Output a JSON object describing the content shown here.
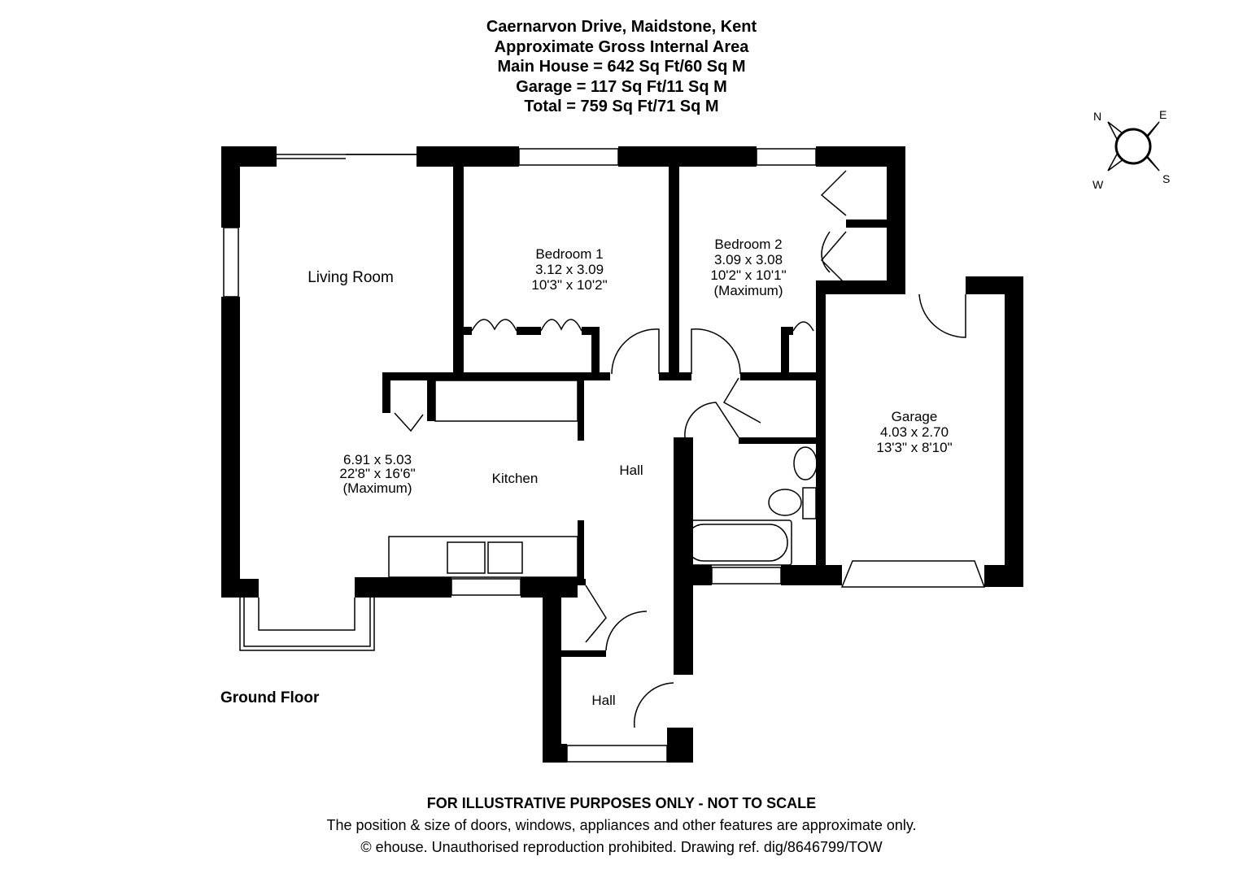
{
  "header": {
    "address": "Caernarvon Drive, Maidstone, Kent",
    "area_title": "Approximate Gross Internal Area",
    "main_house": "Main House = 642 Sq Ft/60 Sq M",
    "garage": "Garage = 117 Sq Ft/11 Sq M",
    "total": "Total = 759 Sq Ft/71 Sq M"
  },
  "compass": {
    "n": "N",
    "e": "E",
    "s": "S",
    "w": "W"
  },
  "floor_label": "Ground Floor",
  "rooms": {
    "living": {
      "name": "Living Room",
      "metric": "6.91 x 5.03",
      "imperial": "22'8\" x 16'6\"",
      "note": "(Maximum)"
    },
    "bedroom1": {
      "name": "Bedroom 1",
      "metric": "3.12 x 3.09",
      "imperial": "10'3\" x 10'2\""
    },
    "bedroom2": {
      "name": "Bedroom 2",
      "metric": "3.09 x 3.08",
      "imperial": "10'2\" x 10'1\"",
      "note": "(Maximum)"
    },
    "garage": {
      "name": "Garage",
      "metric": "4.03 x 2.70",
      "imperial": "13'3\" x 8'10\""
    },
    "kitchen": {
      "name": "Kitchen"
    },
    "hall": {
      "name": "Hall"
    },
    "hall2": {
      "name": "Hall"
    }
  },
  "footer": {
    "disclaimer": "FOR ILLUSTRATIVE PURPOSES ONLY - NOT TO SCALE",
    "note": "The position & size of doors, windows, appliances and other features are approximate only.",
    "copyright": "© ehouse. Unauthorised reproduction prohibited. Drawing ref. dig/8646799/TOW"
  }
}
